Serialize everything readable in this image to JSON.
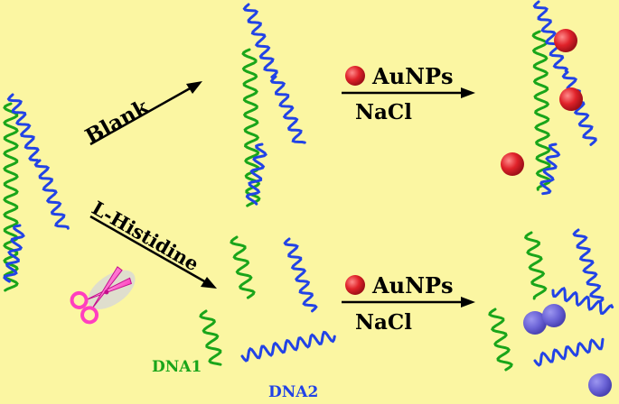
{
  "labels": {
    "blank": "Blank",
    "histidine": "L-Histidine",
    "aunps_top": "AuNPs",
    "nacl_top": "NaCl",
    "aunps_bottom": "AuNPs",
    "nacl_bottom": "NaCl",
    "dna1": "DNA1",
    "dna2": "DNA2"
  },
  "colors": {
    "background": "#fbf6a2",
    "dna1": "#1aa51a",
    "dna2": "#2243e6",
    "aunp_dispersed": "#e0222a",
    "aunp_aggregated": "#6b63d6",
    "scissors": "#ff5fc6"
  },
  "icons": {
    "scissors": "scissors-icon"
  }
}
